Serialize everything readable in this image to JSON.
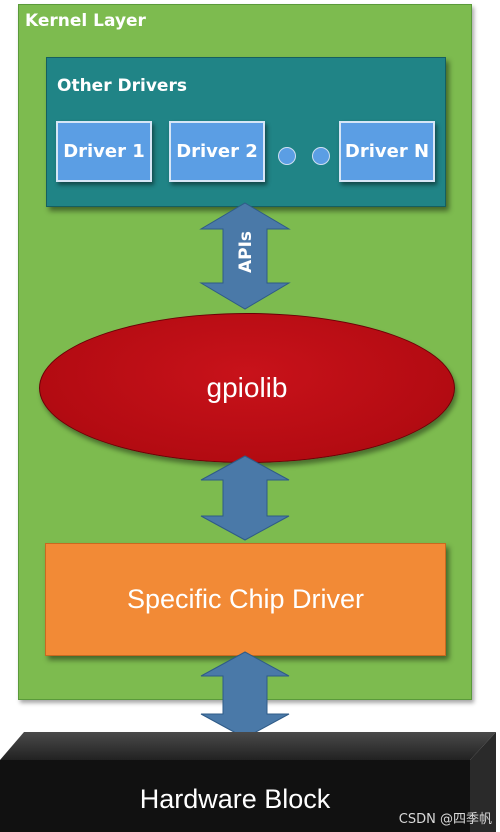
{
  "kernel": {
    "label": "Kernel Layer"
  },
  "other_drivers": {
    "label": "Other Drivers",
    "items": [
      "Driver 1",
      "Driver 2",
      "Driver N"
    ]
  },
  "apis": {
    "label": "APIs"
  },
  "gpiolib": {
    "label": "gpiolib"
  },
  "chip_driver": {
    "label": "Specific Chip Driver"
  },
  "hardware": {
    "label": "Hardware Block"
  },
  "watermark": {
    "text": "CSDN @四季帆"
  },
  "colors": {
    "kernel_bg": "#7dbb4f",
    "other_bg": "#208486",
    "driver_bg": "#5b9ee4",
    "gpiolib_bg": "#c0101a",
    "chip_bg": "#f28a36",
    "arrow": "#4a79a8",
    "hardware_bg": "#111111"
  }
}
